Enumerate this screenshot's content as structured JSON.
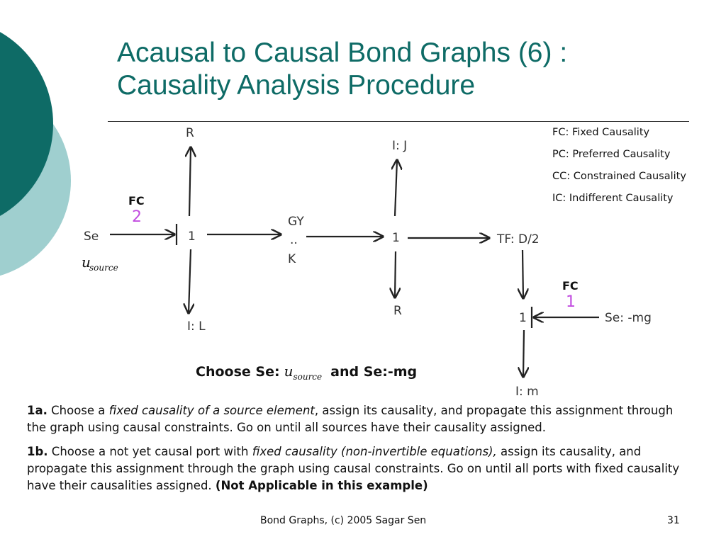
{
  "slide": {
    "title_line1": "Acausal to Causal Bond Graphs (6) :",
    "title_line2": "Causality Analysis Procedure",
    "legend": [
      "FC: Fixed Causality",
      "PC: Preferred Causality",
      "CC: Constrained Causality",
      "IC: Indifferent Causality"
    ],
    "colors": {
      "title": "#0e6b66",
      "deco_dark": "#0e6b66",
      "deco_light": "#9fcfcf",
      "order_number": "#c24de0"
    }
  },
  "diagram": {
    "nodes": {
      "se_left": "Se",
      "r_top": "R",
      "junction1_left": "1",
      "i_l": "I: L",
      "gy_line1": "GY",
      "gy_line2": "..",
      "gy_line3": "K",
      "i_j": "I: J",
      "junction1_mid": "1",
      "r_bottom": "R",
      "tf": "TF: D/2",
      "junction1_right": "1",
      "se_mg": "Se: -mg",
      "i_m": "I: m"
    },
    "annotations": {
      "fc_left": "FC",
      "order_left": "2",
      "fc_right": "FC",
      "order_right": "1",
      "u_symbol": "u",
      "u_subscript": "source"
    }
  },
  "choose": {
    "prefix": "Choose Se:",
    "u_symbol": "u",
    "u_subscript": "source",
    "suffix": "and Se:-mg"
  },
  "paragraphs": {
    "p1_lead": "1a.",
    "p1_t1": " Choose a ",
    "p1_em": "fixed causality of a source element",
    "p1_t2": ", assign its causality, and propagate this assignment through the graph using causal constraints. Go on until all sources have their causality assigned.",
    "p2_lead": "1b.",
    "p2_t1": " Choose a not yet causal port with ",
    "p2_em": "fixed causality (non-invertible equations),",
    "p2_t2": " assign its causality, and propagate this assignment through the graph using causal constraints. Go on until all ports with fixed causality have their causalities assigned. ",
    "p2_strong": "(Not Applicable in this example)"
  },
  "footer": {
    "credit": "Bond Graphs, (c) 2005 Sagar Sen",
    "page_number": "31"
  }
}
